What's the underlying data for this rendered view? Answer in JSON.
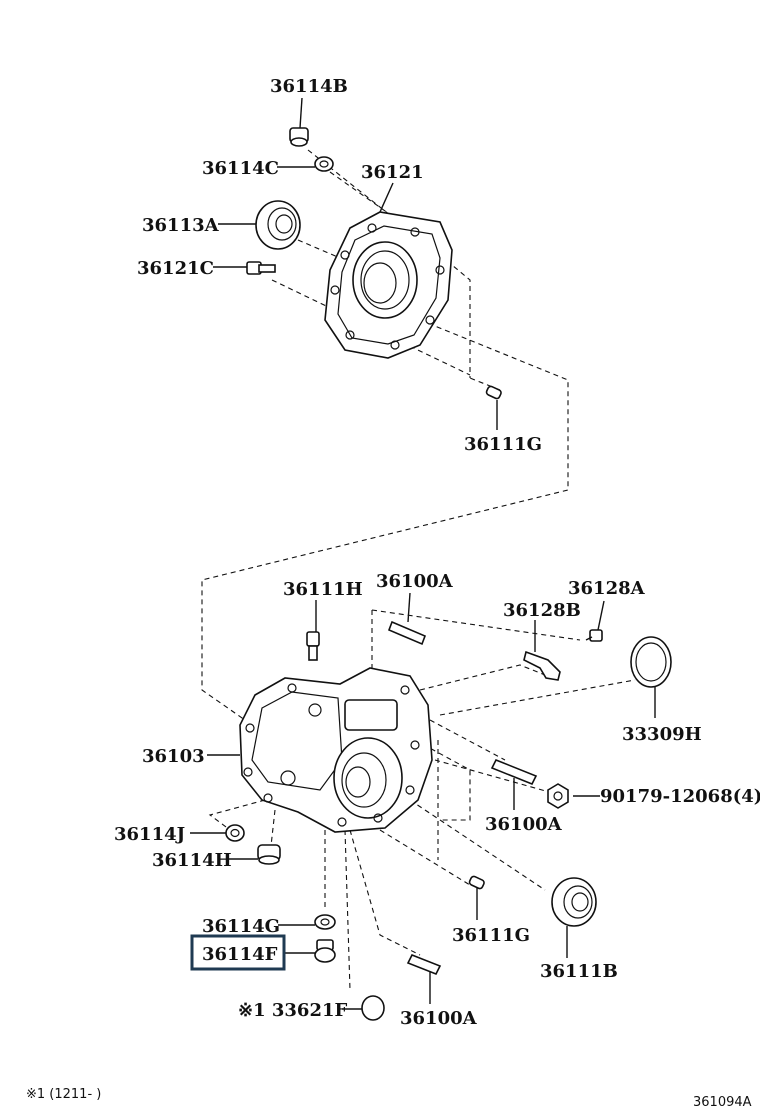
{
  "labels": {
    "p36114B": "36114B",
    "p36114C": "36114C",
    "p36121": "36121",
    "p36113A": "36113A",
    "p36121C": "36121C",
    "p36111G_top": "36111G",
    "p36111H": "36111H",
    "p36100A_top": "36100A",
    "p36128A": "36128A",
    "p36128B": "36128B",
    "p33309H": "33309H",
    "p36103": "36103",
    "p90179": "90179-12068(4)",
    "p36100A_mid": "36100A",
    "p36114J": "36114J",
    "p36114H": "36114H",
    "p36114G": "36114G",
    "p36114F": "36114F",
    "p36111G_bot": "36111G",
    "p36111B": "36111B",
    "p33621F": "※1 33621F",
    "p36100A_bot": "36100A"
  },
  "highlighted_part": "36114F",
  "footnote": "※1 (1211-    )",
  "diagram_code": "361094A",
  "colors": {
    "ink": "#111111",
    "highlight_box": "#1f3a52",
    "background": "#ffffff"
  }
}
